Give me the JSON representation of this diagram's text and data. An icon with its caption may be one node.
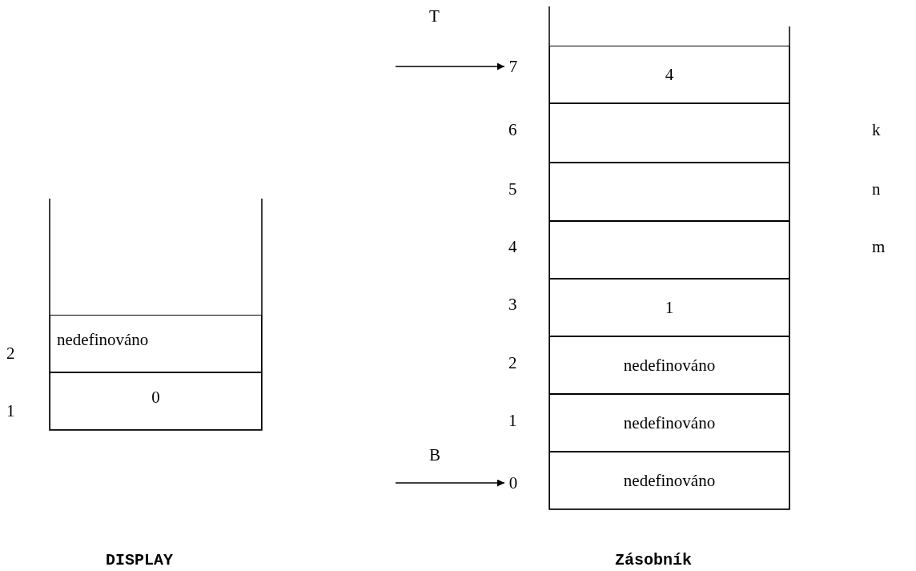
{
  "diagram": {
    "nodes": [
      {
        "text": [
          "7"
        ]
      },
      {
        "text": [
          "4"
        ]
      },
      {
        "text": [],
        "shape": "box"
      },
      {
        "text": [],
        "shape": "box"
      },
      {
        "text": [],
        "shape": "box"
      },
      {
        "text": [
          "1"
        ]
      },
      {
        "text": [
          "nedefinováno"
        ]
      },
      {
        "text": [
          "nedefinováno"
        ]
      },
      {
        "text": [
          "nedefinováno"
        ]
      },
      {
        "text": [
          "0"
        ]
      },
      {
        "text": [
          "nedefinováno"
        ]
      },
      {
        "text": [
          "0"
        ]
      }
    ],
    "edges": [
      {
        "from": null,
        "to": 0,
        "arrow": "to",
        "label": "T"
      },
      {
        "from": null,
        "to": 9,
        "arrow": "to",
        "label": "B"
      }
    ],
    "labels": [
      "6",
      "k",
      "5",
      "n",
      "4",
      "m",
      "3",
      "2",
      "2",
      "1",
      "1",
      "DISPLAY",
      "Zásobník"
    ]
  }
}
